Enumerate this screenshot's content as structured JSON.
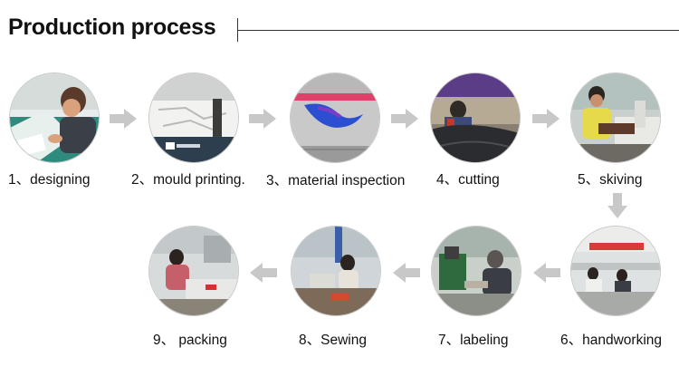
{
  "title": "Production process",
  "steps": [
    {
      "label": "1、designing"
    },
    {
      "label": "2、mould printing."
    },
    {
      "label": "3、material inspection"
    },
    {
      "label": "4、cutting"
    },
    {
      "label": "5、skiving"
    },
    {
      "label": "6、handworking"
    },
    {
      "label": "7、labeling"
    },
    {
      "label": "8、Sewing"
    },
    {
      "label": "9、 packing"
    }
  ],
  "colors": {
    "arrow": "#c8c8c8",
    "title_rule": "#333333"
  }
}
